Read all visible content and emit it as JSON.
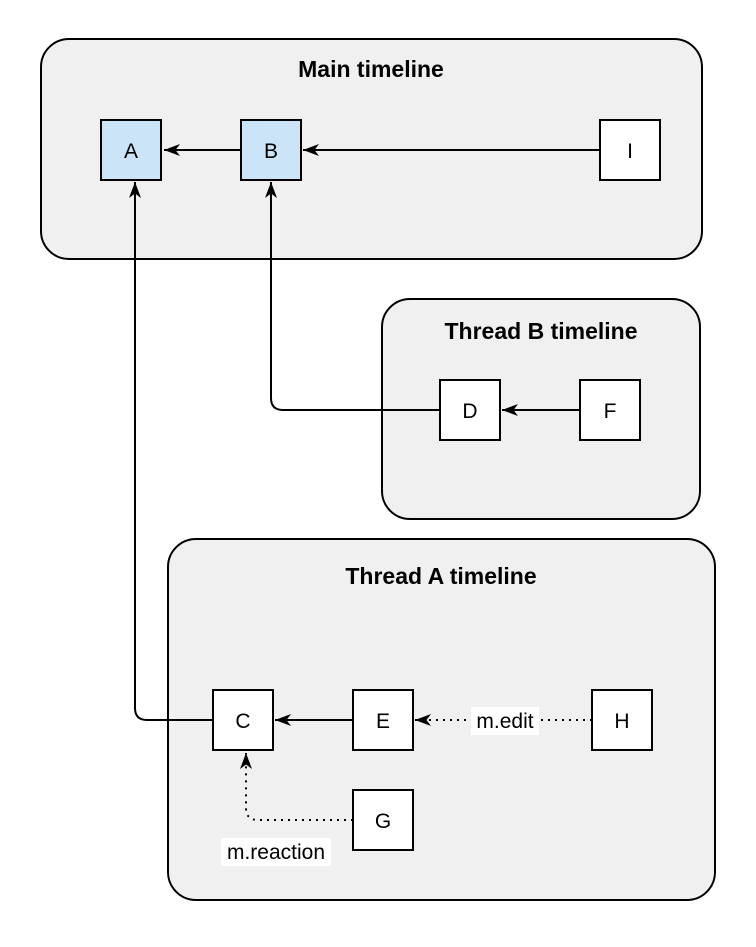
{
  "colors": {
    "page_background": "#ffffff",
    "container_fill": "#f0f0f0",
    "container_stroke": "#000000",
    "node_fill": "#ffffff",
    "highlighted_node_fill": "#cce4f8",
    "node_stroke": "#000000",
    "edge_color": "#000000",
    "edge_label_background": "#ffffff",
    "text_color": "#000000"
  },
  "containers": {
    "main": {
      "title": "Main timeline"
    },
    "thread_b": {
      "title": "Thread B timeline"
    },
    "thread_a": {
      "title": "Thread A timeline"
    }
  },
  "nodes": {
    "a": {
      "label": "A",
      "container": "main",
      "highlighted": true
    },
    "b": {
      "label": "B",
      "container": "main",
      "highlighted": true
    },
    "i": {
      "label": "I",
      "container": "main",
      "highlighted": false
    },
    "d": {
      "label": "D",
      "container": "thread_b",
      "highlighted": false
    },
    "f": {
      "label": "F",
      "container": "thread_b",
      "highlighted": false
    },
    "c": {
      "label": "C",
      "container": "thread_a",
      "highlighted": false
    },
    "e": {
      "label": "E",
      "container": "thread_a",
      "highlighted": false
    },
    "h": {
      "label": "H",
      "container": "thread_a",
      "highlighted": false
    },
    "g": {
      "label": "G",
      "container": "thread_a",
      "highlighted": false
    }
  },
  "edges": [
    {
      "from": "B",
      "to": "A",
      "style": "solid",
      "label": ""
    },
    {
      "from": "I",
      "to": "B",
      "style": "solid",
      "label": ""
    },
    {
      "from": "D",
      "to": "B",
      "style": "solid",
      "label": ""
    },
    {
      "from": "F",
      "to": "D",
      "style": "solid",
      "label": ""
    },
    {
      "from": "C",
      "to": "A",
      "style": "solid",
      "label": ""
    },
    {
      "from": "E",
      "to": "C",
      "style": "solid",
      "label": ""
    },
    {
      "from": "H",
      "to": "E",
      "style": "dotted",
      "label": "m.edit"
    },
    {
      "from": "G",
      "to": "C",
      "style": "dotted",
      "label": "m.reaction"
    }
  ]
}
